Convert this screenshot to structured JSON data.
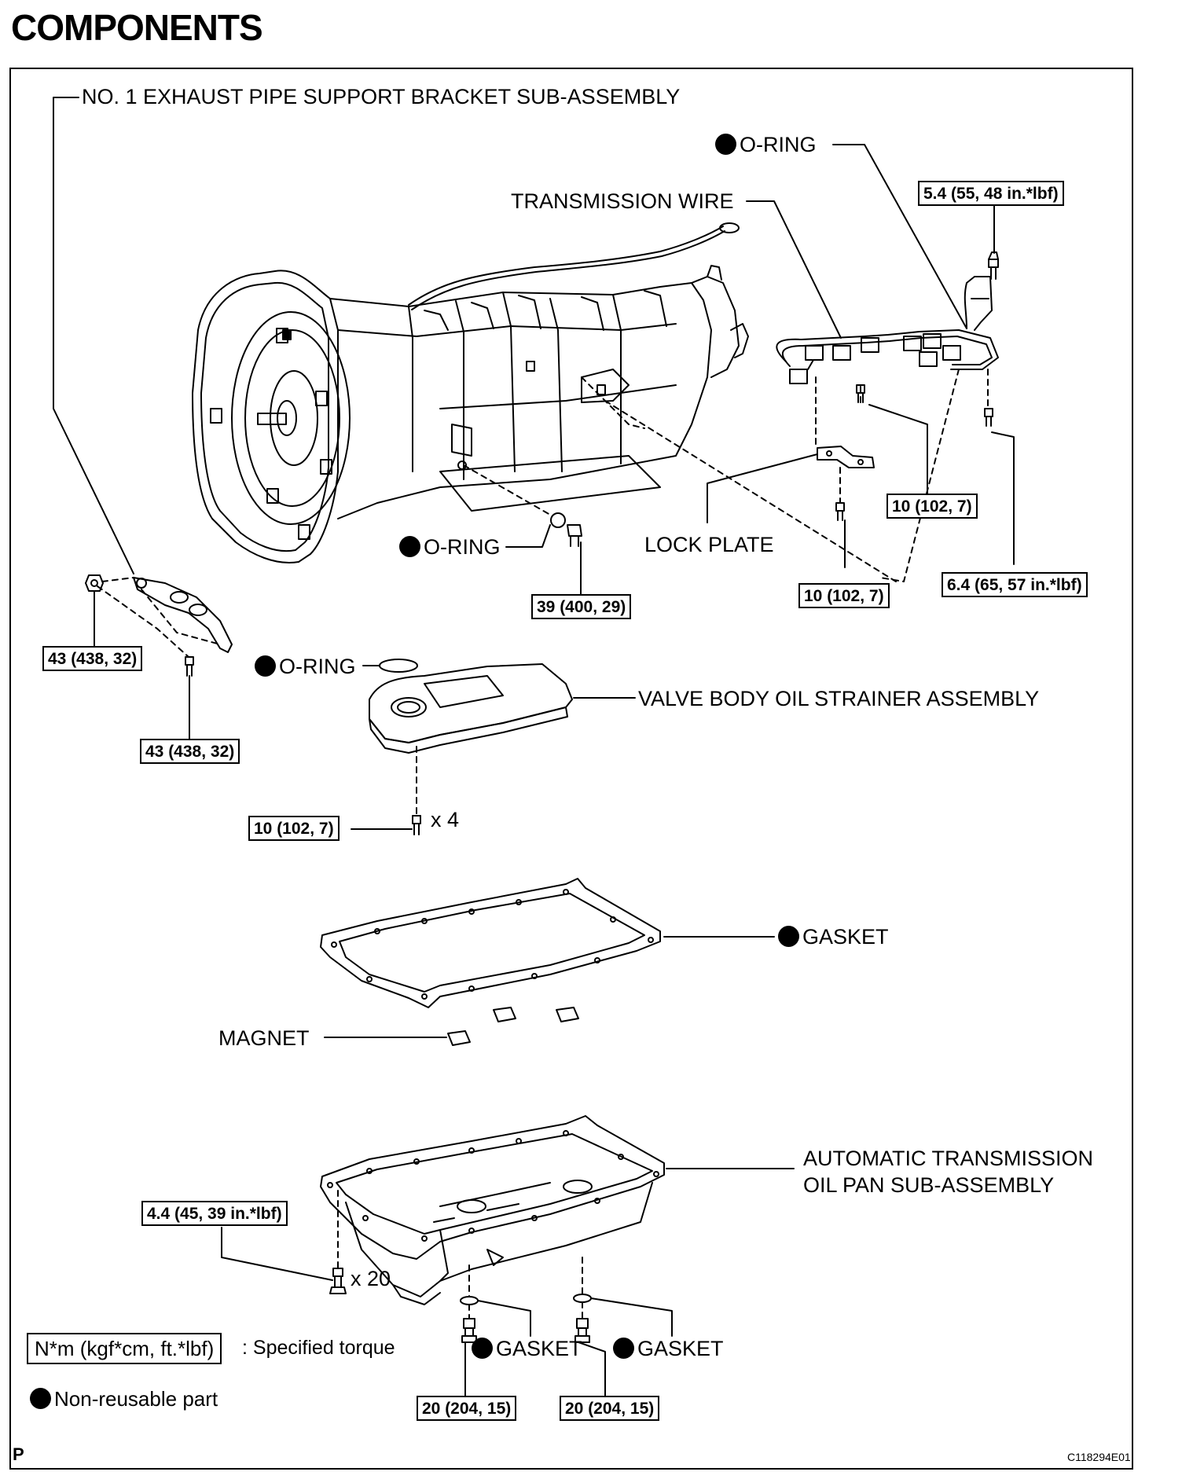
{
  "header": {
    "title": "COMPONENTS"
  },
  "labels": {
    "exhaust_bracket": "NO. 1 EXHAUST PIPE SUPPORT BRACKET SUB-ASSEMBLY",
    "oring_top": "O-RING",
    "transmission_wire": "TRANSMISSION WIRE",
    "oring_mid": "O-RING",
    "lock_plate": "LOCK PLATE",
    "oring_strainer": "O-RING",
    "valve_body_strainer": "VALVE BODY OIL STRAINER ASSEMBLY",
    "gasket_pan": "GASKET",
    "magnet": "MAGNET",
    "oil_pan_line1": "AUTOMATIC TRANSMISSION",
    "oil_pan_line2": "OIL PAN SUB-ASSEMBLY",
    "gasket_drain1": "GASKET",
    "gasket_drain2": "GASKET",
    "qty_strainer": "x 4",
    "qty_pan": "x 20"
  },
  "torques": {
    "wire_connector": "5.4 (55, 48 in.*lbf)",
    "wire_bolt": "10 (102, 7)",
    "lock_plate_bolt": "10 (102, 7)",
    "wire_clamp": "6.4 (65, 57 in.*lbf)",
    "plug": "39 (400, 29)",
    "bracket_nut": "43 (438, 32)",
    "bracket_bolt": "43 (438, 32)",
    "strainer_bolt": "10 (102, 7)",
    "pan_bolt": "4.4 (45, 39 in.*lbf)",
    "drain_plug1": "20 (204, 15)",
    "drain_plug2": "20 (204, 15)"
  },
  "legend": {
    "torque_unit": "N*m (kgf*cm, ft.*lbf)",
    "torque_desc": ": Specified torque",
    "nonreusable": "Non-reusable part"
  },
  "footer": {
    "page_mark": "P",
    "figure_code": "C118294E01"
  }
}
